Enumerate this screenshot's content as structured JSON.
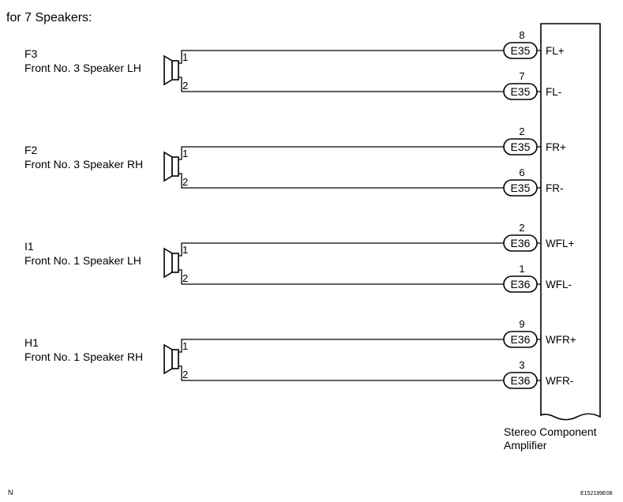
{
  "header": {
    "title": "for 7 Speakers:"
  },
  "speakers": [
    {
      "code": "F3",
      "name": "Front No. 3 Speaker LH",
      "pin_top": "1",
      "pin_bottom": "2",
      "plus": {
        "connector": "E35",
        "pin": "8",
        "signal": "FL+"
      },
      "minus": {
        "connector": "E35",
        "pin": "7",
        "signal": "FL-"
      }
    },
    {
      "code": "F2",
      "name": "Front No. 3 Speaker RH",
      "pin_top": "1",
      "pin_bottom": "2",
      "plus": {
        "connector": "E35",
        "pin": "2",
        "signal": "FR+"
      },
      "minus": {
        "connector": "E35",
        "pin": "6",
        "signal": "FR-"
      }
    },
    {
      "code": "I1",
      "name": "Front No. 1 Speaker LH",
      "pin_top": "1",
      "pin_bottom": "2",
      "plus": {
        "connector": "E36",
        "pin": "2",
        "signal": "WFL+"
      },
      "minus": {
        "connector": "E36",
        "pin": "1",
        "signal": "WFL-"
      }
    },
    {
      "code": "H1",
      "name": "Front No. 1 Speaker RH",
      "pin_top": "1",
      "pin_bottom": "2",
      "plus": {
        "connector": "E36",
        "pin": "9",
        "signal": "WFR+"
      },
      "minus": {
        "connector": "E36",
        "pin": "3",
        "signal": "WFR-"
      }
    }
  ],
  "amplifier": {
    "label_line1": "Stereo Component",
    "label_line2": "Amplifier"
  },
  "footer": {
    "left_mark": "N",
    "figure_id": "E152199E08"
  }
}
